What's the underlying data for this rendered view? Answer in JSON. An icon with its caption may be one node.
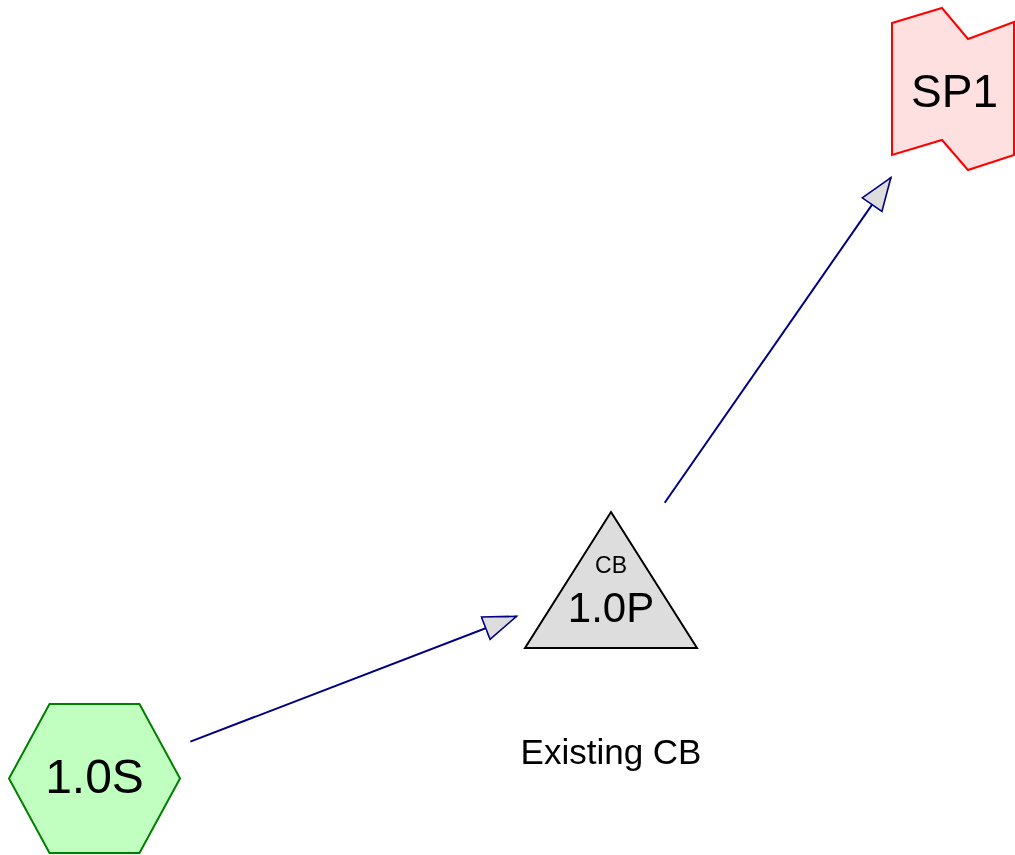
{
  "diagram": {
    "nodes": [
      {
        "text": [
          "1.0S"
        ]
      },
      {
        "text": [
          "CB",
          "1.0P"
        ],
        "beside": [
          "Existing CB"
        ]
      },
      {
        "text": [
          "SP1"
        ]
      }
    ],
    "edges": [
      {
        "from": 0,
        "to": 1,
        "arrow": "to"
      },
      {
        "from": 1,
        "to": 2,
        "arrow": "to"
      }
    ]
  }
}
